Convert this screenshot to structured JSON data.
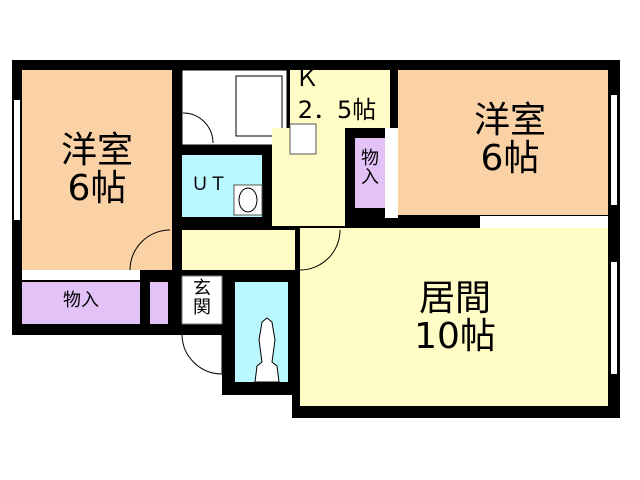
{
  "colors": {
    "wall": "#000000",
    "bedroom": "#fad2a6",
    "storage": "#e2c2f7",
    "wet_area": "#b9f8ff",
    "living": "#fffcc6"
  },
  "rooms": {
    "left_bedroom": {
      "name": "洋室",
      "size": "6帖"
    },
    "left_storage": {
      "name": "物入"
    },
    "unit_bath": {
      "name": "ＵＴ"
    },
    "kitchen": {
      "name": "Ｋ",
      "size": "2．5帖"
    },
    "center_storage": {
      "name": "物\n入"
    },
    "right_bedroom": {
      "name": "洋室",
      "size": "6帖"
    },
    "entrance": {
      "name": "玄\n関"
    },
    "living": {
      "name": "居間",
      "size": "10帖"
    }
  }
}
